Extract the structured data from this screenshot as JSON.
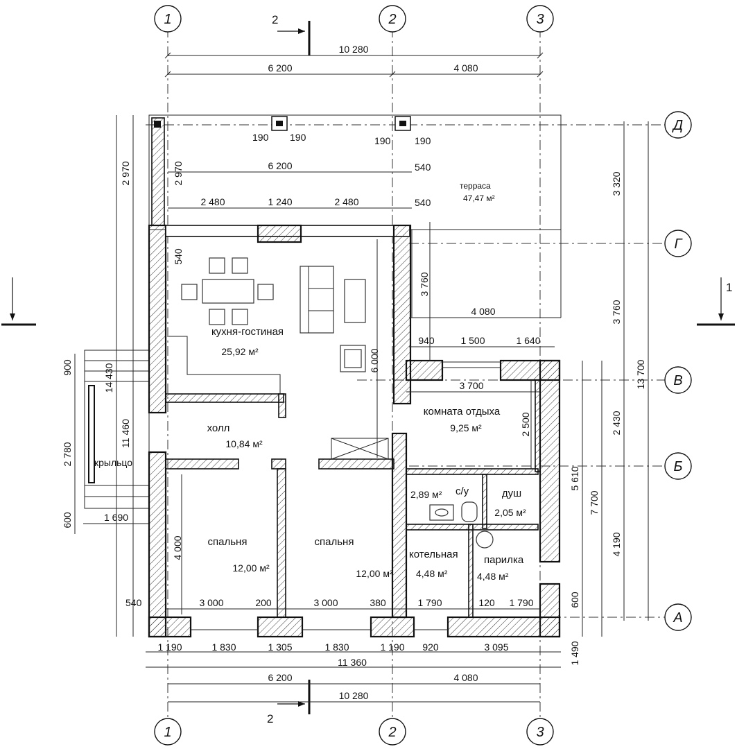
{
  "axes": {
    "columns": [
      "1",
      "2",
      "3"
    ],
    "rows": [
      "Д",
      "Г",
      "В",
      "Б",
      "А"
    ]
  },
  "sections": {
    "top": "2",
    "bottom": "2",
    "right": "1"
  },
  "dims": {
    "top_total": "10 280",
    "top_left": "6 200",
    "top_right": "4 080",
    "post_190a": "190",
    "post_190b": "190",
    "post_190c": "190",
    "post_190d": "190",
    "terrace_6200": "6 200",
    "d540a": "540",
    "d540b": "540",
    "d2480a": "2 480",
    "d1240": "1 240",
    "d2480b": "2 480",
    "left_2970a": "2 970",
    "left_2970b": "2 970",
    "left_540": "540",
    "left_14430": "14 430",
    "left_11460": "11 460",
    "left_900": "900",
    "left_2780": "2 780",
    "left_600": "600",
    "porch_1690": "1 690",
    "kitchen_6000": "6 000",
    "d3760": "3 760",
    "d4080": "4 080",
    "d940": "940",
    "d1500": "1 500",
    "d1640": "1 640",
    "d3700": "3 700",
    "d2500": "2 500",
    "bed_4000": "4 000",
    "right_3320": "3 320",
    "right_3760": "3 760",
    "right_13700": "13 700",
    "right_2430": "2 430",
    "right_5610": "5 610",
    "right_7700": "7 700",
    "right_4190": "4 190",
    "right_600": "600",
    "right_1490": "1 490",
    "in_540": "540",
    "in_3000a": "3 000",
    "in_200": "200",
    "in_3000b": "3 000",
    "in_380": "380",
    "in_1790a": "1 790",
    "in_120": "120",
    "in_1790b": "1 790",
    "b1190a": "1 190",
    "b1830a": "1 830",
    "b1305": "1 305",
    "b1830b": "1 830",
    "b1190b": "1 190",
    "b920": "920",
    "b3095": "3 095",
    "b11360": "11 360",
    "b6200": "6 200",
    "b4080": "4 080",
    "b10280": "10 280"
  },
  "rooms": {
    "terrace": {
      "name": "терраса",
      "area": "47,47 м²"
    },
    "kitchen": {
      "name": "кухня-гостиная",
      "area": "25,92 м²"
    },
    "hall": {
      "name": "холл",
      "area": "10,84 м²"
    },
    "rest": {
      "name": "комната отдыха",
      "area": "9,25 м²"
    },
    "wc": {
      "name": "с/у",
      "area": "2,89 м²"
    },
    "shower": {
      "name": "душ",
      "area": "2,05 м²"
    },
    "boiler": {
      "name": "котельная",
      "area": "4,48 м²"
    },
    "sauna": {
      "name": "парилка",
      "area": "4,48 м²"
    },
    "bed1": {
      "name": "спальня",
      "area": "12,00 м²"
    },
    "bed2": {
      "name": "спальня",
      "area": "12,00 м²"
    },
    "porch": {
      "name": "крыльцо"
    }
  },
  "colors": {
    "line": "#111111",
    "background": "#ffffff"
  }
}
